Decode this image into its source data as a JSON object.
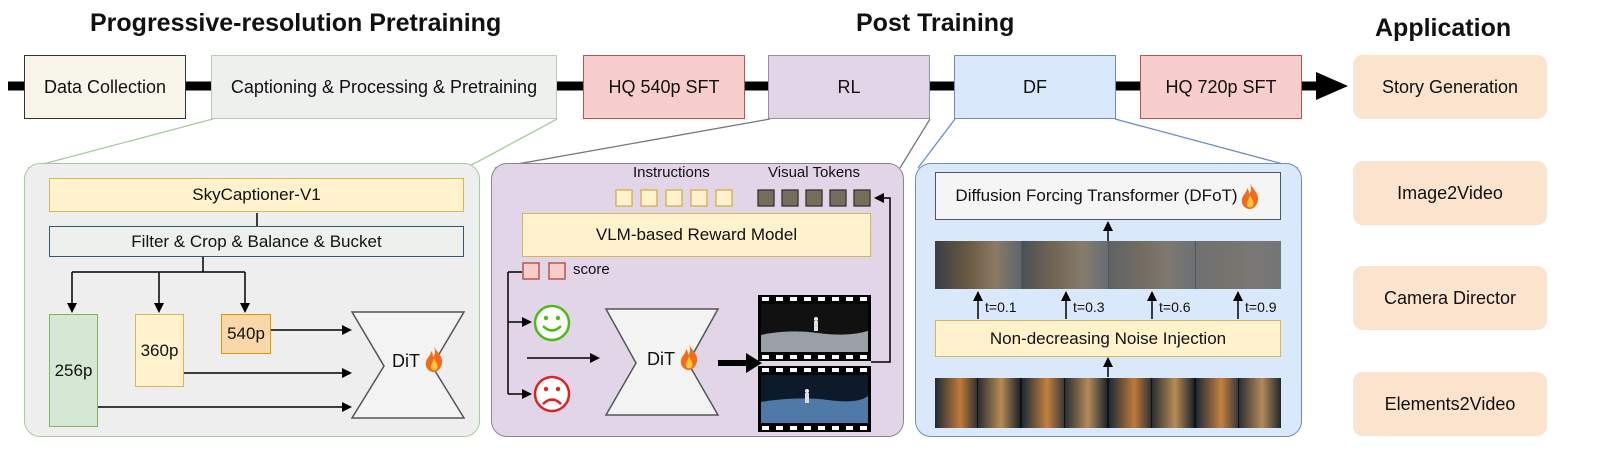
{
  "section_titles": {
    "pretraining": "Progressive-resolution Pretraining",
    "post_training": "Post Training",
    "application": "Application"
  },
  "pipeline": {
    "data_collection": "Data Collection",
    "captioning": "Captioning & Processing & Pretraining",
    "sft540": "HQ 540p SFT",
    "rl": "RL",
    "df": "DF",
    "sft720": "HQ 720p SFT"
  },
  "applications": [
    "Story Generation",
    "Image2Video",
    "Camera Director",
    "Elements2Video"
  ],
  "pretrain_panel": {
    "captioner": "SkyCaptioner-V1",
    "filter": "Filter & Crop & Balance & Bucket",
    "res_256": "256p",
    "res_360": "360p",
    "res_540": "540p",
    "dit": "DiT"
  },
  "rl_panel": {
    "instructions": "Instructions",
    "visual_tokens": "Visual Tokens",
    "reward_model": "VLM-based Reward Model",
    "score": "score",
    "dit": "DiT"
  },
  "df_panel": {
    "dfot": "Diffusion Forcing Transformer (DFoT)",
    "noise": "Non-decreasing Noise Injection",
    "timesteps": [
      "t=0.1",
      "t=0.3",
      "t=0.6",
      "t=0.9"
    ]
  },
  "colors": {
    "data_collection_bg": "#f8f6ea",
    "captioning_bg": "#eef0ee",
    "sft_bg": "#f8cecc",
    "sft_border": "#b85450",
    "rl_bg": "#e1d5e7",
    "df_bg": "#dae8fc",
    "df_border": "#6c8ebf",
    "yellow_bg": "#fff2cc",
    "yellow_border": "#d6b656",
    "green_bg": "#d5e8d4",
    "green_border": "#82b366",
    "app_bg": "#fbe3cd"
  },
  "icons": [
    "fire-icon",
    "smile-icon",
    "frown-icon",
    "film-strip-icon"
  ]
}
